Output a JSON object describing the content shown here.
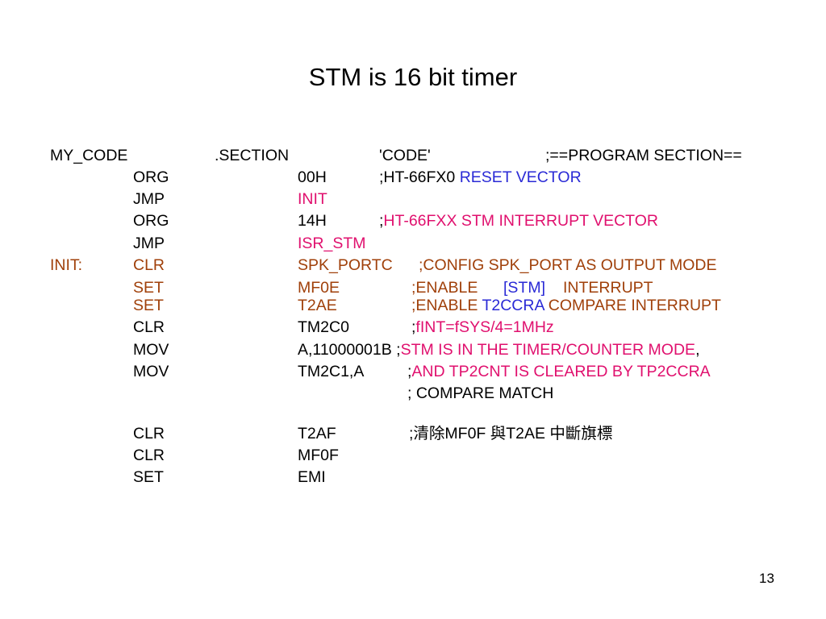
{
  "slide": {
    "title": "STM is 16 bit timer",
    "page_number": "13"
  },
  "colors": {
    "text": "#000000",
    "blue": "#2a2ad6",
    "magenta": "#e0106e",
    "brown": "#a0400a"
  },
  "code": {
    "header": {
      "label": "MY_CODE",
      "directive": ".SECTION",
      "arg": "'CODE'",
      "comment": ";==PROGRAM SECTION=="
    },
    "line1": {
      "op": "ORG",
      "arg": "00H",
      "comment_a": ";HT-66FX0 ",
      "comment_b": "RESET VECTOR"
    },
    "line2": {
      "op": "JMP",
      "arg": "INIT"
    },
    "line3": {
      "op": "ORG",
      "arg": "14H",
      "comment_a": ";",
      "comment_b": "HT-66FXX STM INTERRUPT VECTOR"
    },
    "line4": {
      "op": "JMP",
      "arg": "ISR_STM"
    },
    "line5": {
      "label": "INIT:",
      "op": "CLR",
      "arg": "SPK_PORTC",
      "comment": ";CONFIG SPK_PORT AS OUTPUT MODE"
    },
    "line6": {
      "op": "SET",
      "arg": "MF0E",
      "comment_a": ";ENABLE",
      "comment_b": "[STM]",
      "comment_c": "INTERRUPT"
    },
    "line7": {
      "op": "SET",
      "arg": "T2AE",
      "comment_a": ";ENABLE ",
      "comment_b": "T2CCRA",
      "comment_c": " COMPARE INTERRUPT"
    },
    "line8": {
      "op": "CLR",
      "arg": "TM2C0",
      "comment_a": ";",
      "comment_b": "fINT=fSYS/4=1MHz"
    },
    "line9": {
      "op": "MOV",
      "arg": "A,11000001B ;",
      "comment_b": "STM IS IN THE TIMER/COUNTER MODE",
      "comment_c": ","
    },
    "line10": {
      "op": "MOV",
      "arg": "TM2C1,A",
      "comment_a": ";",
      "comment_b": "AND TP2CNT IS CLEARED BY TP2CCRA"
    },
    "line11": {
      "comment": "; COMPARE MATCH"
    },
    "line12": {
      "op": "CLR",
      "arg": "T2AF",
      "comment": ";清除MF0F 與T2AE 中斷旗標"
    },
    "line13": {
      "op": "CLR",
      "arg": "MF0F"
    },
    "line14": {
      "op": "SET",
      "arg": "EMI"
    }
  }
}
